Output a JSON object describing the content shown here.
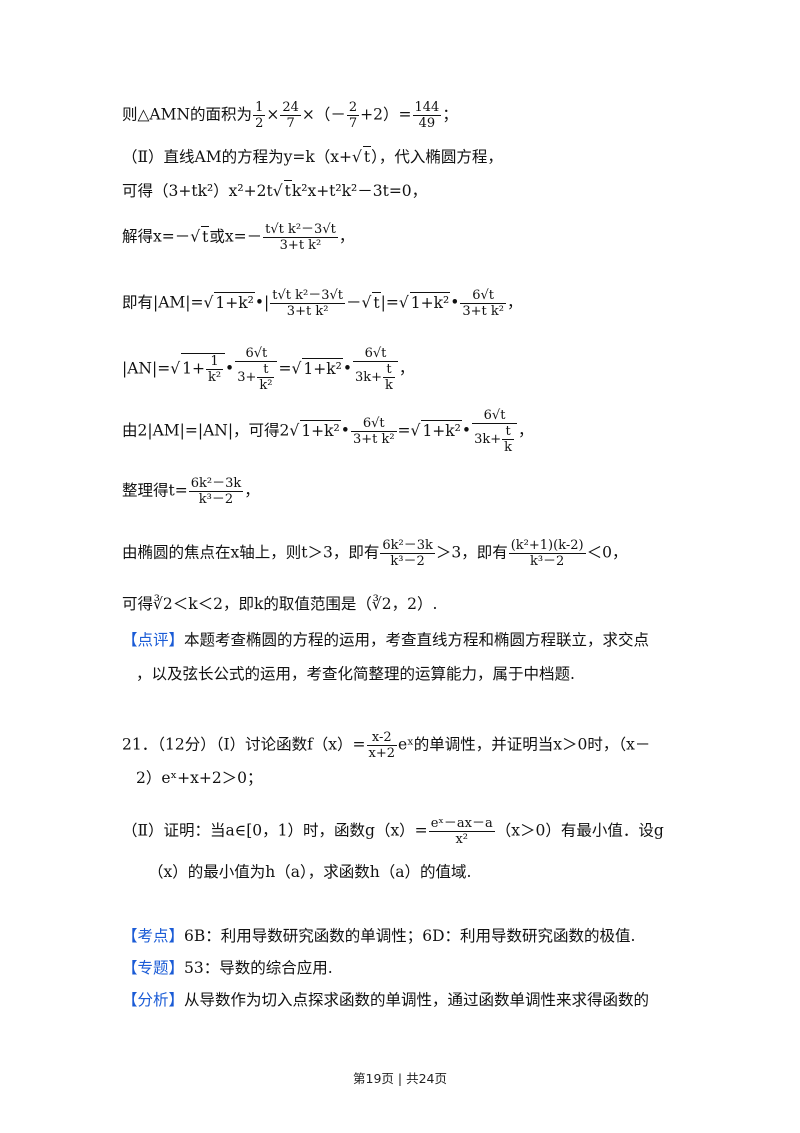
{
  "lines": {
    "l1": {
      "a": "则△AMN的面积为",
      "n1": "1",
      "d1": "2",
      "x1": "×",
      "n2": "24",
      "d2": "7",
      "x2": "×（－",
      "n3": "2",
      "d3": "7",
      "p2": "+2）=",
      "n4": "144",
      "d4": "49",
      "end": "；"
    },
    "l2": {
      "text": "（Ⅱ）直线AM的方程为y=k（x+",
      "rad": "t",
      "end": "），代入椭圆方程，"
    },
    "l3": {
      "a": "可得（3+tk²）x²+2t",
      "rad": "t",
      "b": "k²x+t²k²－3t=0，"
    },
    "l4": {
      "a": "解得x=－",
      "rad": "t",
      "b": "或x=－",
      "num": "t√t k²－3√t",
      "den": "3+t k²",
      "end": "，"
    },
    "l5": {
      "a": "即有|AM|=",
      "r1": "1+k²",
      "b": "•|",
      "num": "t√t k²－3√t",
      "den": "3+t k²",
      "c": "－",
      "r2": "t",
      "d": "|=",
      "r3": "1+k²",
      "e": "•",
      "num2": "6√t",
      "den2": "3+t k²",
      "end": "，"
    },
    "l6": {
      "a": "|AN|=",
      "r1a": "1+",
      "r1n": "1",
      "r1d": "k²",
      "b": "•",
      "n1": "6√t",
      "d1a": "3+",
      "d1n": "t",
      "d1d": "k²",
      "c": "=",
      "r2": "1+k²",
      "e": "•",
      "n2": "6√t",
      "d2a": "3k+",
      "d2n": "t",
      "d2d": "k",
      "end": "，"
    },
    "l7": {
      "a": "由2|AM|=|AN|，可得2",
      "r1": "1+k²",
      "b": "•",
      "n1": "6√t",
      "d1": "3+t k²",
      "c": "=",
      "r2": "1+k²",
      "e": "•",
      "n2": "6√t",
      "d2a": "3k+",
      "d2n": "t",
      "d2d": "k",
      "end": "，"
    },
    "l8": {
      "a": "整理得t=",
      "num": "6k²－3k",
      "den": "k³－2",
      "end": "，"
    },
    "l9": {
      "a": "由椭圆的焦点在x轴上，则t＞3，即有",
      "n1": "6k²－3k",
      "d1": "k³－2",
      "b": "＞3，即有",
      "n2": "(k²+1)(k-2)",
      "d2": "k³－2",
      "end": "＜0，"
    },
    "l10": {
      "a": "可得",
      "root": "∛2",
      "b": "＜k＜2，即k的取值范围是（",
      "root2": "∛2",
      "end": "，2）."
    },
    "l11": {
      "tag": "【点评】",
      "text": "本题考查椭圆的方程的运用，考查直线方程和椭圆方程联立，求交点"
    },
    "l12": {
      "text": "，以及弦长公式的运用，考查化简整理的运算能力，属于中档题."
    },
    "l13": {
      "a": "21．（12分）（Ⅰ）讨论函数f（x）=",
      "num": "x-2",
      "den": "x+2",
      "b": "eˣ的单调性，并证明当x＞0时，（x－"
    },
    "l14": {
      "text": "2）eˣ+x+2＞0；"
    },
    "l15": {
      "a": "（Ⅱ）证明：当a∈[0，1）时，函数g（x）=",
      "num": "eˣ－ax－a",
      "den": "x²",
      "b": "（x＞0）有最小值．设g"
    },
    "l16": {
      "text": "（x）的最小值为h（a），求函数h（a）的值域."
    },
    "l17": {
      "tag": "【考点】",
      "text": "6B：利用导数研究函数的单调性；6D：利用导数研究函数的极值."
    },
    "l18": {
      "tag": "【专题】",
      "text": "53：导数的综合应用."
    },
    "l19": {
      "tag": "【分析】",
      "text": "从导数作为切入点探求函数的单调性，通过函数单调性来求得函数的"
    }
  },
  "footer": {
    "text": "第19页 | 共24页"
  }
}
